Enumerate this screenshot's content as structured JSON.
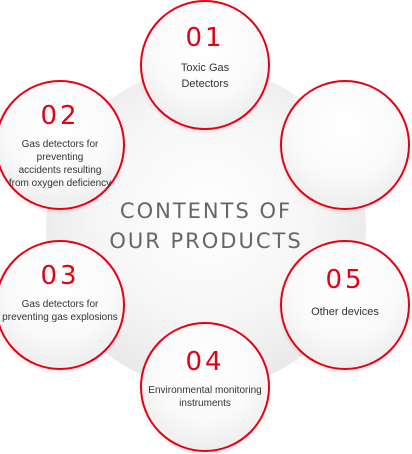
{
  "center": {
    "line1": "CONTENTS OF",
    "line2": "OUR PRODUCTS"
  },
  "items": [
    {
      "number": "01",
      "label_lines": [
        "Toxic Gas",
        "Detectors"
      ]
    },
    {
      "number": "02",
      "label_lines": [
        "Gas detectors for preventing",
        "accidents resulting",
        "from oxygen deficiency"
      ]
    },
    {
      "number": "03",
      "label_lines": [
        "Gas detectors for",
        "preventing gas explosions"
      ]
    },
    {
      "number": "04",
      "label_lines": [
        "Environmental monitoring",
        "instruments"
      ]
    },
    {
      "number": "05",
      "label_lines": [
        "Other devices"
      ]
    }
  ],
  "colors": {
    "accent": "#e60012",
    "center_text": "#666666",
    "label_text": "#333333"
  }
}
